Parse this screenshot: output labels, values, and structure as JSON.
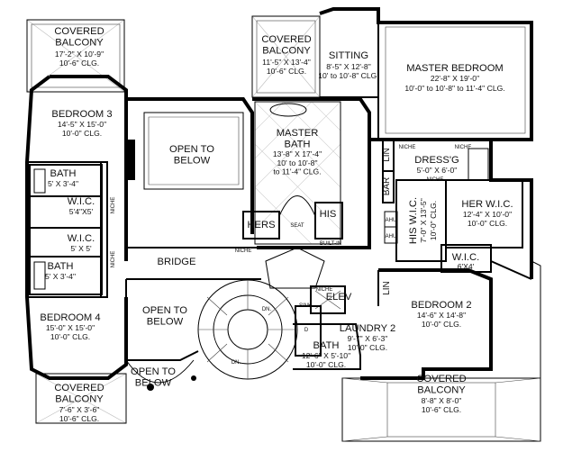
{
  "rooms": {
    "covered_balcony_nw": {
      "name": "COVERED\nBALCONY",
      "dims": "17'-2\" X 10'-9\"",
      "clg": "10'-6\" CLG."
    },
    "covered_balcony_n": {
      "name": "COVERED\nBALCONY",
      "dims": "11'-5\" X 13'-4\"",
      "clg": "10'-6\" CLG."
    },
    "sitting": {
      "name": "SITTING",
      "dims": "8'-5\" X 12'-8\"",
      "clg": "10' to 10'-8\" CLG."
    },
    "master_bedroom": {
      "name": "MASTER BEDROOM",
      "dims": "22'-8\" X 19'-0\"",
      "clg": "10'-0\" to 10'-8\" to 11'-4\" CLG."
    },
    "bedroom3": {
      "name": "BEDROOM 3",
      "dims": "14'-5\" X 15'-0\"",
      "clg": "10'-0\" CLG."
    },
    "open_to_below_1": {
      "name": "OPEN TO\nBELOW"
    },
    "master_bath": {
      "name": "MASTER\nBATH",
      "dims": "13'-8\" X 17'-4\"",
      "clg": "10' to 10'-8\"\nto 11'-4\" CLG."
    },
    "dressg": {
      "name": "DRESS'G",
      "dims": "5'-0\" X 6'-0\""
    },
    "bath_a": {
      "name": "BATH",
      "dims": "5' X 3'-4\""
    },
    "wic_a": {
      "name": "W.I.C.",
      "dims": "5'4\"X5'"
    },
    "wic_b": {
      "name": "W.I.C.",
      "dims": "5' X 5'"
    },
    "bath_b": {
      "name": "BATH",
      "dims": "5' X 3'-4\""
    },
    "her_wic": {
      "name": "HER W.I.C.",
      "dims": "12'-4\" X 10'-0\"",
      "clg": "10'-0\" CLG."
    },
    "his_wic": {
      "name": "HIS W.I.C.",
      "dims": "7'-0\" X 13'-5\"",
      "clg": "10'-0\" CLG."
    },
    "wic_c": {
      "name": "W.I.C.",
      "dims": "6'X4'"
    },
    "bedroom2": {
      "name": "BEDROOM 2",
      "dims": "14'-6\" X 14'-8\"",
      "clg": "10'-0\" CLG."
    },
    "bridge": {
      "name": "BRIDGE"
    },
    "bedroom4": {
      "name": "BEDROOM 4",
      "dims": "15'-0\" X 15'-0\"",
      "clg": "10'-0\" CLG."
    },
    "open_to_below_2": {
      "name": "OPEN TO\nBELOW"
    },
    "open_to_below_3": {
      "name": "OPEN TO\nBELOW"
    },
    "laundry2": {
      "name": "LAUNDRY 2",
      "dims": "9'-7\" X 6'-3\"",
      "clg": "10'-0\" CLG."
    },
    "bath_c": {
      "name": "BATH",
      "dims": "12'-6\" X 5'-10\"",
      "clg": "10'-0\" CLG."
    },
    "covered_balcony_sw": {
      "name": "COVERED\nBALCONY",
      "dims": "7'-6\" X 3'-6\"",
      "clg": "10'-6\" CLG."
    },
    "covered_balcony_se": {
      "name": "COVERED\nBALCONY",
      "dims": "8'-8\" X 8'-0\"",
      "clg": "10'-6\" CLG."
    }
  },
  "labels": {
    "hers": "HERS",
    "his": "HIS",
    "seat": "SEAT",
    "elev": "ELEV",
    "lin": "LIN",
    "bar": "BAR",
    "ahu": "AHU",
    "niche": "NICHE",
    "built_in": "BUILT-IN",
    "sink": "SINK",
    "dn": "DN.",
    "d": "D"
  }
}
